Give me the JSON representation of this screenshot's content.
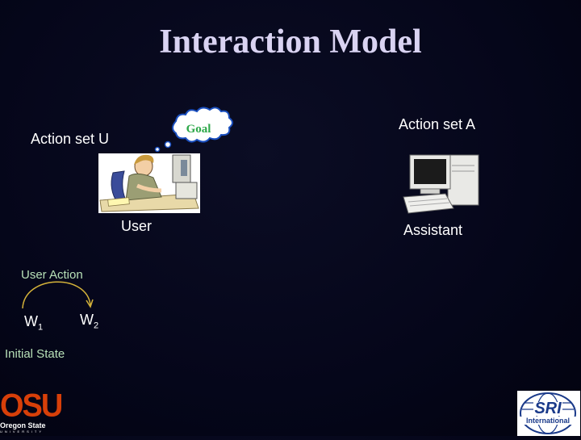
{
  "slide": {
    "title": "Interaction Model",
    "goal_bubble": "Goal",
    "user_actions_label": "Action set U",
    "assistant_actions_label": "Action set A",
    "user_label": "User",
    "assistant_label": "Assistant",
    "transition_label": "User Action",
    "state_w1": {
      "base": "W",
      "sub": "1"
    },
    "state_w2": {
      "base": "W",
      "sub": "2"
    },
    "initial_state_label": "Initial State"
  },
  "logos": {
    "left": {
      "text": "OSU",
      "subtext": "Oregon State",
      "subtext2": "UNIVERSITY"
    },
    "right": {
      "text": "SRI",
      "subtext": "International"
    }
  },
  "colors": {
    "background": "#05061a",
    "title": "#d9d3f2",
    "green_text": "#b7e0b7",
    "arc": "#d4b23a",
    "osu_orange": "#d73f09"
  }
}
